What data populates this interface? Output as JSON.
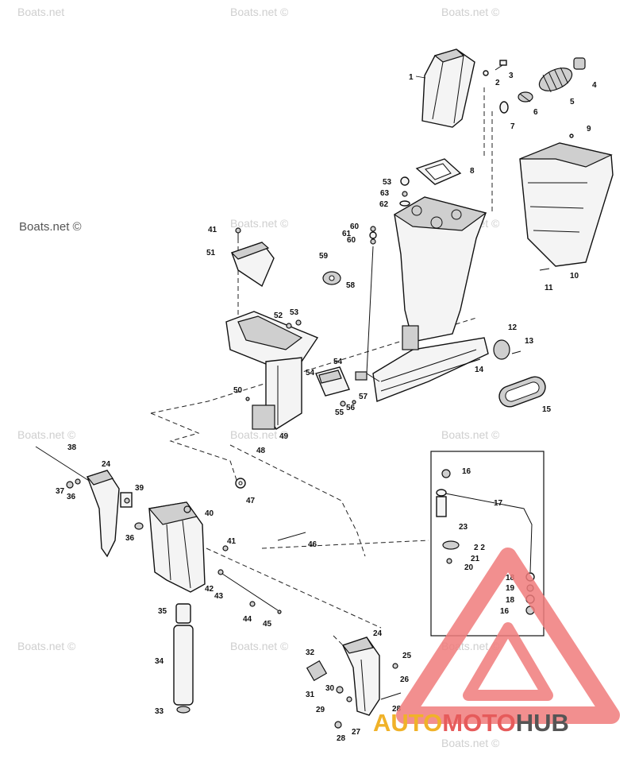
{
  "watermarks": [
    "Boats.net",
    "Boats.net ©",
    "Boats.net ©",
    "Boats.net ©",
    "Boats.net ©",
    "Boats.net ©",
    "Boats.net ©",
    "Boats.net ©",
    "Boats.net ©",
    "Boats.net ©",
    "Boats.net ©",
    "Boats.net ©"
  ],
  "watermark_main": "Boats.net ©",
  "logo": {
    "part1": "AUTO",
    "part2": "MOTO",
    "part3": "HUB"
  },
  "part_numbers": {
    "n1": "1",
    "n2": "2",
    "n3": "3",
    "n4": "4",
    "n5": "5",
    "n6": "6",
    "n7": "7",
    "n8": "8",
    "n9": "9",
    "n10": "10",
    "n11": "11",
    "n12": "12",
    "n13": "13",
    "n14": "14",
    "n15": "15",
    "n16a": "16",
    "n16b": "16",
    "n17": "17",
    "n18a": "18",
    "n18b": "18",
    "n19": "19",
    "n20": "20",
    "n21": "21",
    "n22": "2 2",
    "n23": "23",
    "n24a": "24",
    "n24b": "24",
    "n25": "25",
    "n26": "26",
    "n27": "27",
    "n28a": "28",
    "n28b": "28",
    "n29": "29",
    "n30": "30",
    "n31": "31",
    "n32": "32",
    "n33": "33",
    "n34": "34",
    "n35": "35",
    "n36a": "36",
    "n36b": "36",
    "n37": "37",
    "n38": "38",
    "n39": "39",
    "n40": "40",
    "n41a": "41",
    "n41b": "41",
    "n42": "42",
    "n43": "43",
    "n44": "44",
    "n45": "45",
    "n46": "46",
    "n47": "47",
    "n48": "48",
    "n49": "49",
    "n50": "50",
    "n51": "51",
    "n52": "52",
    "n53a": "53",
    "n53b": "53",
    "n54a": "54",
    "n54b": "54",
    "n55": "55",
    "n56": "56",
    "n57": "57",
    "n58": "58",
    "n59": "59",
    "n60a": "60",
    "n60b": "60",
    "n61": "61",
    "n62": "62",
    "n63": "63"
  },
  "colors": {
    "logo_triangle": "#f07b7b",
    "auto": "#f0b229",
    "moto": "#e65b5b",
    "hub": "#555555"
  }
}
